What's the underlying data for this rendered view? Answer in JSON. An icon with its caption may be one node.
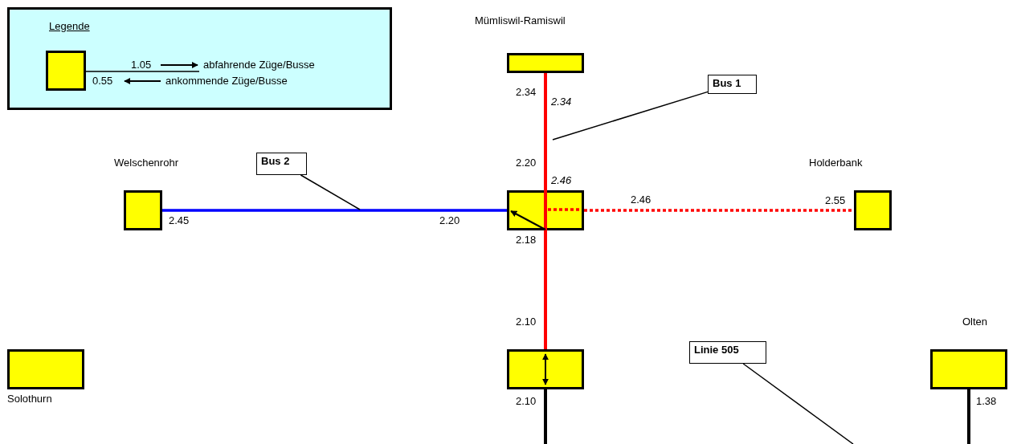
{
  "diagram": {
    "nodes": [
      {
        "text": [
          "Mümliswil-Ramiswil"
        ],
        "beside": [
          "2.34"
        ]
      },
      {
        "text": [
          "Bus 1"
        ]
      },
      {
        "text": [
          "Welschenrohr"
        ],
        "beside": [
          "2.45"
        ]
      },
      {
        "text": [
          "Bus 2"
        ]
      },
      {
        "text": [],
        "shape": "box",
        "beside": [
          "2.20",
          "2.46",
          "2.18"
        ]
      },
      {
        "text": [
          "Holderbank"
        ],
        "beside": [
          "2.55"
        ]
      },
      {
        "text": [],
        "shape": "box",
        "beside": [
          "2.10",
          "2.10"
        ]
      },
      {
        "text": [
          "Solothurn"
        ]
      },
      {
        "text": [
          "Linie 505"
        ]
      },
      {
        "text": [
          "Olten"
        ],
        "beside": [
          "1.38"
        ]
      }
    ],
    "edges": [
      {
        "from": 0,
        "to": 4,
        "arrow": "none",
        "label": "2.34",
        "color": "#ff0000"
      },
      {
        "from": 1,
        "to": null,
        "arrow": "none"
      },
      {
        "from": 2,
        "to": 4,
        "arrow": "none",
        "label": "2.20",
        "color": "#0000ff"
      },
      {
        "from": 3,
        "to": null,
        "arrow": "none"
      },
      {
        "from": 4,
        "to": 5,
        "arrow": "none",
        "label": "2.46",
        "style": "dashed",
        "color": "#ff0000"
      },
      {
        "from": 4,
        "to": 6,
        "arrow": "none",
        "color": "#ff0000"
      },
      {
        "from": 6,
        "to": null,
        "arrow": "none"
      },
      {
        "from": 8,
        "to": null,
        "arrow": "none"
      },
      {
        "from": 9,
        "to": null,
        "arrow": "none"
      }
    ],
    "labels": [
      "Legende",
      "1.05",
      "0.55"
    ],
    "legend": [
      {
        "text": "abfahrende Züge/Busse"
      },
      {
        "text": "ankommende Züge/Busse"
      }
    ]
  }
}
